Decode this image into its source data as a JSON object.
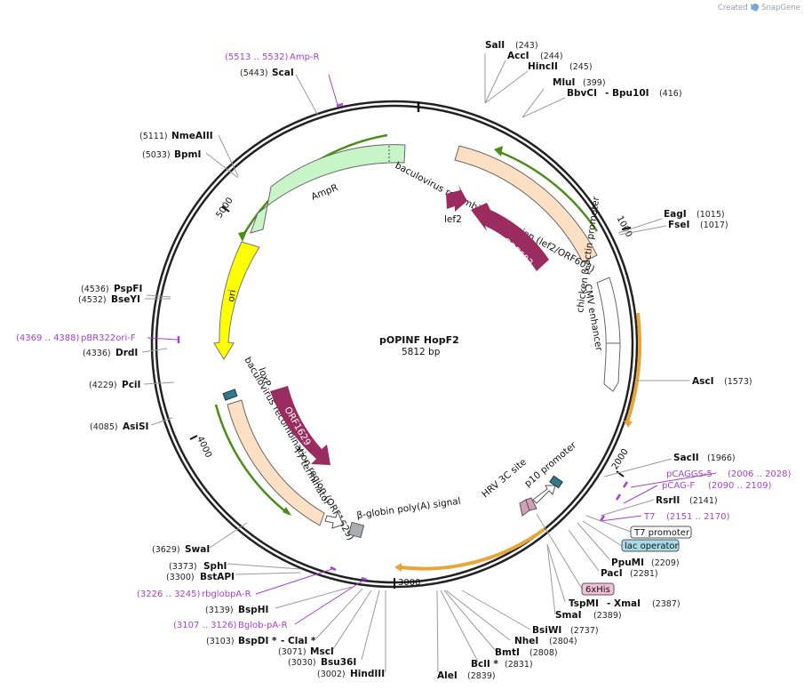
{
  "watermark": {
    "created_by": "Created by",
    "brand": "SnapGene"
  },
  "plasmid": {
    "name": "pOPINF HopF2",
    "size": "5812 bp"
  },
  "ticks": [
    "1000",
    "2000",
    "3000",
    "4000",
    "5000"
  ],
  "enzymes": [
    {
      "name": "SalI",
      "pos": "(243)"
    },
    {
      "name": "AccI",
      "pos": "(244)"
    },
    {
      "name": "HincII",
      "pos": "(245)"
    },
    {
      "name": "MluI",
      "pos": "(399)"
    },
    {
      "name": "BbvCI",
      "sep": "- Bpu10I",
      "pos": "(416)"
    },
    {
      "name": "EagI",
      "pos": "(1015)"
    },
    {
      "name": "FseI",
      "pos": "(1017)"
    },
    {
      "name": "AscI",
      "pos": "(1573)"
    },
    {
      "name": "SacII",
      "pos": "(1966)"
    },
    {
      "name": "RsrII",
      "pos": "(2141)"
    },
    {
      "name": "PpuMI",
      "pos": "(2209)"
    },
    {
      "name": "PacI",
      "pos": "(2281)"
    },
    {
      "name": "TspMI",
      "sep": "- XmaI",
      "pos": "(2387)"
    },
    {
      "name": "SmaI",
      "pos": "(2389)"
    },
    {
      "name": "BsiWI",
      "pos": "(2737)"
    },
    {
      "name": "NheI",
      "pos": "(2804)"
    },
    {
      "name": "BmtI",
      "pos": "(2808)"
    },
    {
      "name": "BclI *",
      "pos": "(2831)"
    },
    {
      "name": "AleI",
      "pos": "(2839)"
    },
    {
      "name": "HindIII",
      "pos": "(3002)"
    },
    {
      "name": "Bsu36I",
      "pos": "(3030)"
    },
    {
      "name": "MscI",
      "pos": "(3071)"
    },
    {
      "name": "BspDI *",
      "sep": "- ClaI *",
      "pos": "(3103)"
    },
    {
      "name": "BspHI",
      "pos": "(3139)"
    },
    {
      "name": "BstAPI",
      "pos": "(3300)"
    },
    {
      "name": "SphI",
      "pos": "(3373)"
    },
    {
      "name": "SwaI",
      "pos": "(3629)"
    },
    {
      "name": "AsiSI",
      "pos": "(4085)"
    },
    {
      "name": "PciI",
      "pos": "(4229)"
    },
    {
      "name": "DrdI",
      "pos": "(4336)"
    },
    {
      "name": "BseYI",
      "pos": "(4532)"
    },
    {
      "name": "PspFI",
      "pos": "(4536)"
    },
    {
      "name": "BpmI",
      "pos": "(5033)"
    },
    {
      "name": "NmeAIII",
      "pos": "(5111)"
    },
    {
      "name": "ScaI",
      "pos": "(5443)"
    }
  ],
  "primers": [
    {
      "name": "Amp-R",
      "range": "(5513 .. 5532)"
    },
    {
      "name": "pBR322ori-F",
      "range": "(4369 .. 4388)"
    },
    {
      "name": "pCAGGS-5",
      "range": "(2006 .. 2028)"
    },
    {
      "name": "pCAG-F",
      "range": "(2090 .. 2109)"
    },
    {
      "name": "T7",
      "range": "(2151 .. 2170)"
    },
    {
      "name": "rbglobpA-R",
      "range": "(3226 .. 3245)"
    },
    {
      "name": "Bglob-pA-R",
      "range": "(3107 .. 3126)"
    }
  ],
  "features": {
    "baculo_lef2": "baculovirus recombination region (lef2/ORF603)",
    "lef2": "lef2",
    "orf603": "ORF603",
    "ampr": "AmpR",
    "ori": "ori",
    "cmv": "CMV enhancer",
    "chicken": "chicken β-actin promoter",
    "baculo_orf1629": "baculovirus recombination region (ORF1629)",
    "loxp": "loxP",
    "orf1629": "ORF1629",
    "t7term": "T7 terminator",
    "bglobin": "β-globin poly(A) signal",
    "hrv": "HRV 3C site",
    "p10": "p10 promoter",
    "t7prom": "T7 promoter",
    "lacop": "lac operator",
    "his": "6xHis"
  },
  "colors": {
    "backbone": "#222222",
    "primer": "#a63fd6",
    "ampr": "#c8f5c8",
    "ori": "#ffff00",
    "baculo": "#fde0c3",
    "orf": "#9b2c5f",
    "green_arrow": "#4b8d1a",
    "orange_arrow": "#e8a63a",
    "lox": "#2f7a8c",
    "his": "#f2c0d6",
    "lac": "#a7dbe8"
  }
}
